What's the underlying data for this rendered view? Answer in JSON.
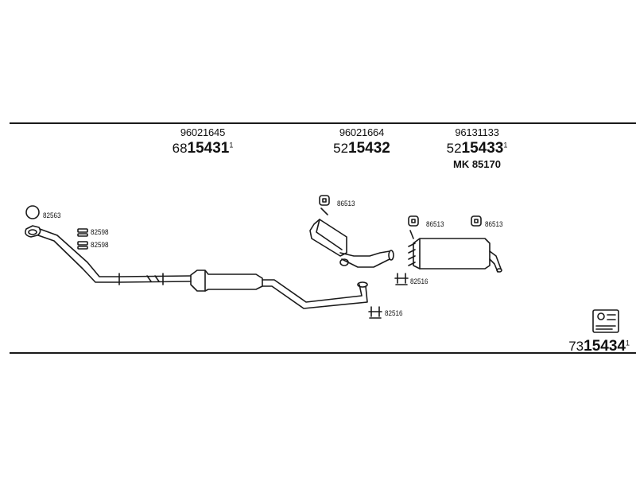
{
  "groups": [
    {
      "oe": "96021645",
      "prefix": "68",
      "code": "15431",
      "suffix": "1"
    },
    {
      "oe": "96021664",
      "prefix": "52",
      "code": "15432",
      "suffix": ""
    },
    {
      "oe": "96131133",
      "prefix": "52",
      "code": "15433",
      "suffix": "1",
      "kit": "MK  85170"
    }
  ],
  "parts": {
    "p82563": "82563",
    "p82598a": "82598",
    "p82598b": "82598",
    "p86513a": "86513",
    "p86513b": "86513",
    "p86513c": "86513",
    "p82516a": "82516",
    "p82516b": "82516"
  },
  "article": {
    "prefix": "73",
    "code": "15434",
    "suffix": "1"
  },
  "icons": [
    "ring-gasket-icon",
    "rubber-hanger-icon",
    "clamp-icon",
    "kit-box-icon"
  ]
}
